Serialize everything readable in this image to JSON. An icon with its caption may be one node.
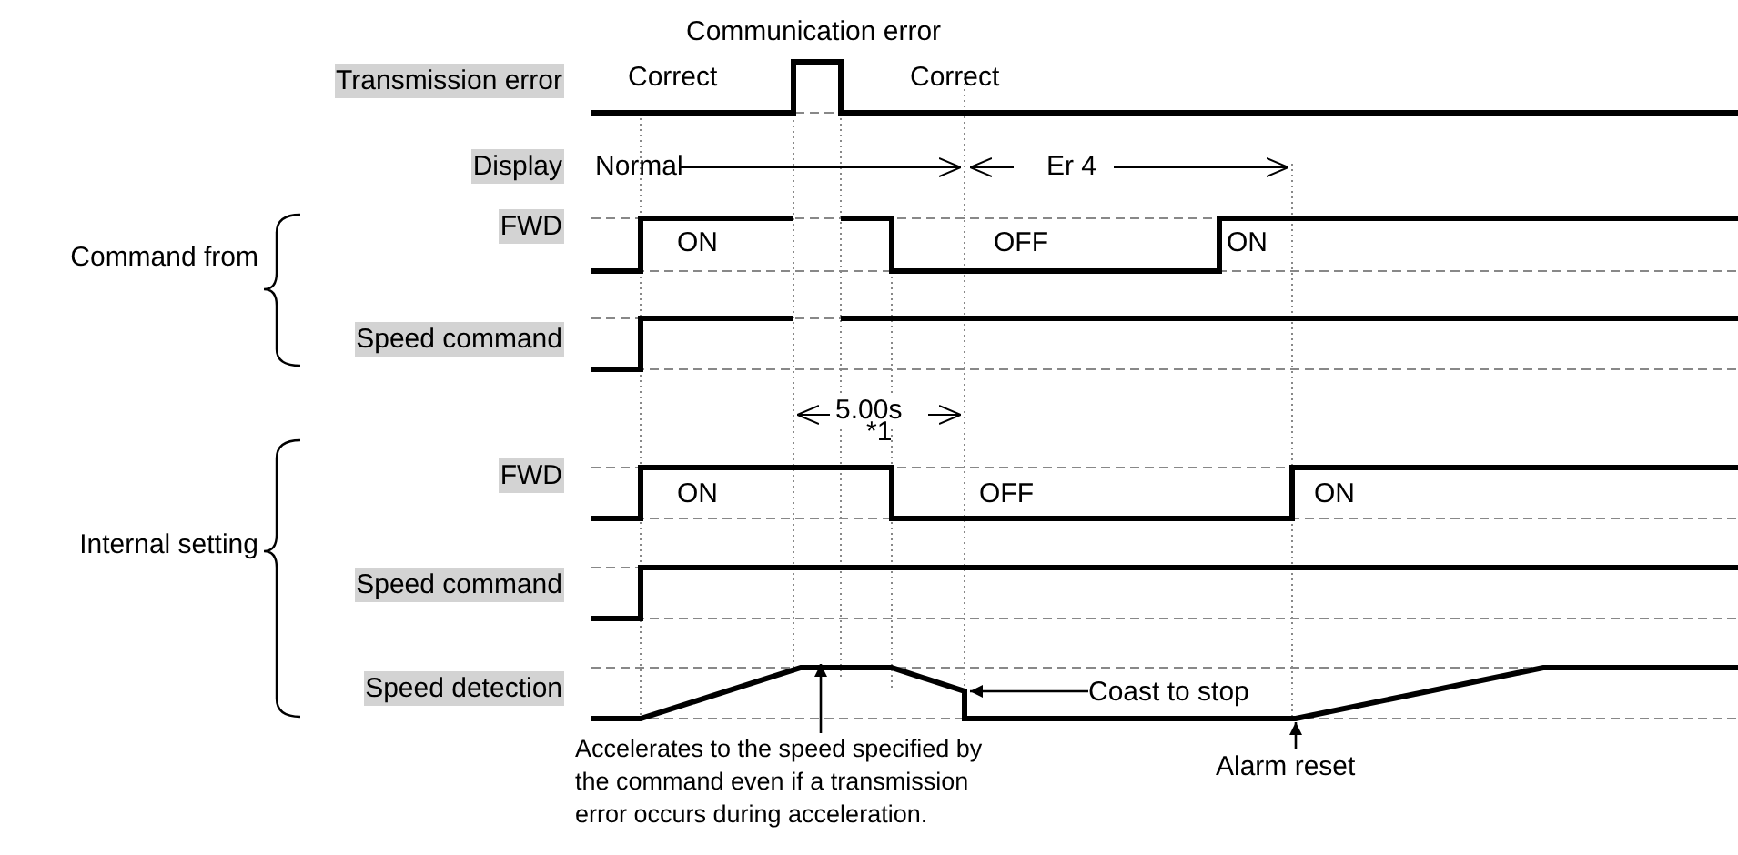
{
  "diagram": {
    "nodes": [
      {
        "text": [
          "Transmission error"
        ]
      },
      {
        "text": [
          "Display"
        ]
      },
      {
        "text": [
          "FWD"
        ]
      },
      {
        "text": [
          "Speed command"
        ]
      },
      {
        "text": [
          "FWD"
        ]
      },
      {
        "text": [
          "Speed command"
        ]
      },
      {
        "text": [
          "Speed detection"
        ]
      },
      {
        "text": [
          "Accelerates to the speed specified by the command even if a transmission error occurs during acceleration."
        ]
      },
      {
        "text": [
          "Coast to stop"
        ],
        "in": 10
      },
      {
        "text": [
          "Alarm reset"
        ]
      },
      {
        "text": [],
        "shape": "waveform"
      }
    ],
    "edges": [
      {
        "from": 7,
        "to": 10,
        "arrow": "to"
      },
      {
        "from": 8,
        "to": 10,
        "arrow": "to"
      },
      {
        "from": 9,
        "to": 10,
        "arrow": "to"
      }
    ],
    "labels": [
      "Communication error",
      "Correct",
      "Correct",
      "Normal",
      "Er 4",
      "Command from",
      "ON",
      "OFF",
      "ON",
      "5.00s",
      "*1",
      "Internal setting",
      "ON",
      "OFF",
      "ON"
    ]
  }
}
